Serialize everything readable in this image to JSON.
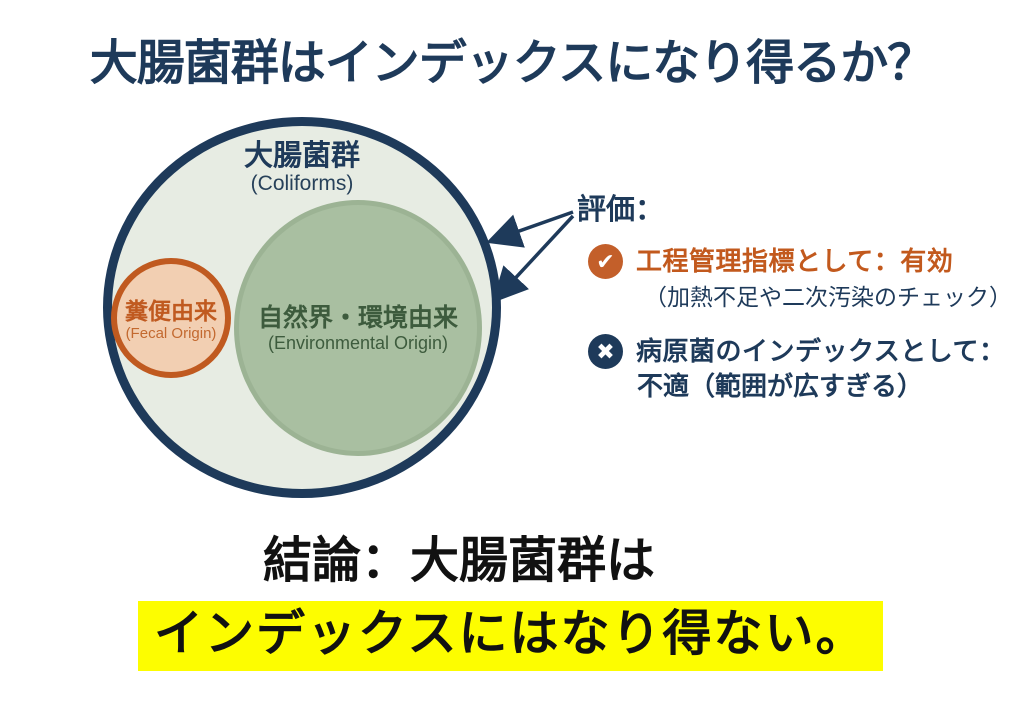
{
  "title": "大腸菌群はインデックスになり得るか？",
  "venn": {
    "outer": {
      "label": "大腸菌群",
      "sublabel": "(Coliforms)"
    },
    "environmental": {
      "label": "自然界・環境由来",
      "sublabel": "(Environmental Origin)"
    },
    "fecal": {
      "label": "糞便由来",
      "sublabel": "(Fecal Origin)"
    }
  },
  "evaluation": {
    "heading": "評価：",
    "items": [
      {
        "icon": "check-icon",
        "glyph": "✔",
        "text": "工程管理指標として：有効",
        "note": "（加熱不足や二次汚染のチェック）"
      },
      {
        "icon": "cross-icon",
        "glyph": "✖",
        "text": "病原菌のインデックスとして：",
        "note": "不適（範囲が広すぎる）"
      }
    ]
  },
  "conclusion": {
    "line1": "結論：大腸菌群は",
    "line2": "インデックスにはなり得ない。"
  },
  "colors": {
    "navy": "#1e3a5a",
    "orange": "#c2591d",
    "peach_fill": "#f2cfb2",
    "outer_fill": "#e7ece3",
    "env_fill": "#a9bfa1",
    "env_border": "#9cb394",
    "dark_green_text": "#3d5b3d",
    "highlight_yellow": "#fdfd00",
    "conclusion_black": "#111111"
  }
}
